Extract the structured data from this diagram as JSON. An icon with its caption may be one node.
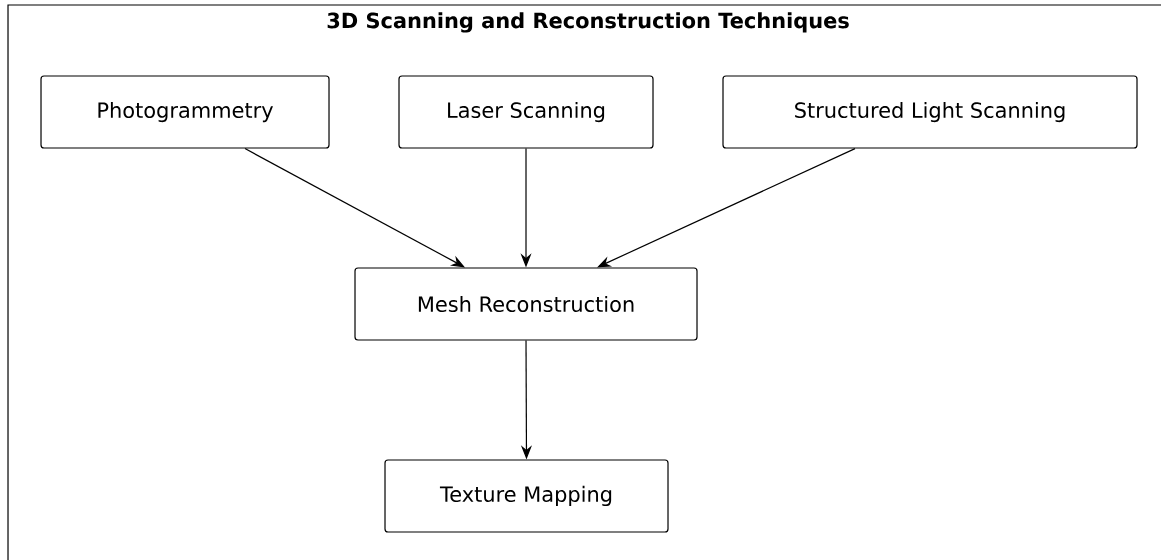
{
  "diagram": {
    "nodes": [
      {
        "text": [
          "3D Scanning and Reconstruction Techniques"
        ]
      },
      {
        "text": [
          "Photogrammetry"
        ],
        "in": 0
      },
      {
        "text": [
          "Laser Scanning"
        ],
        "in": 0
      },
      {
        "text": [
          "Structured Light Scanning"
        ],
        "in": 0
      },
      {
        "text": [
          "Mesh Reconstruction"
        ],
        "in": 0
      },
      {
        "text": [
          "Texture Mapping"
        ],
        "in": 0
      }
    ],
    "edges": [
      {
        "from": 1,
        "to": 4,
        "arrow": "to"
      },
      {
        "from": 2,
        "to": 4,
        "arrow": "to"
      },
      {
        "from": 3,
        "to": 4,
        "arrow": "to"
      },
      {
        "from": 4,
        "to": 5,
        "arrow": "to"
      }
    ]
  }
}
